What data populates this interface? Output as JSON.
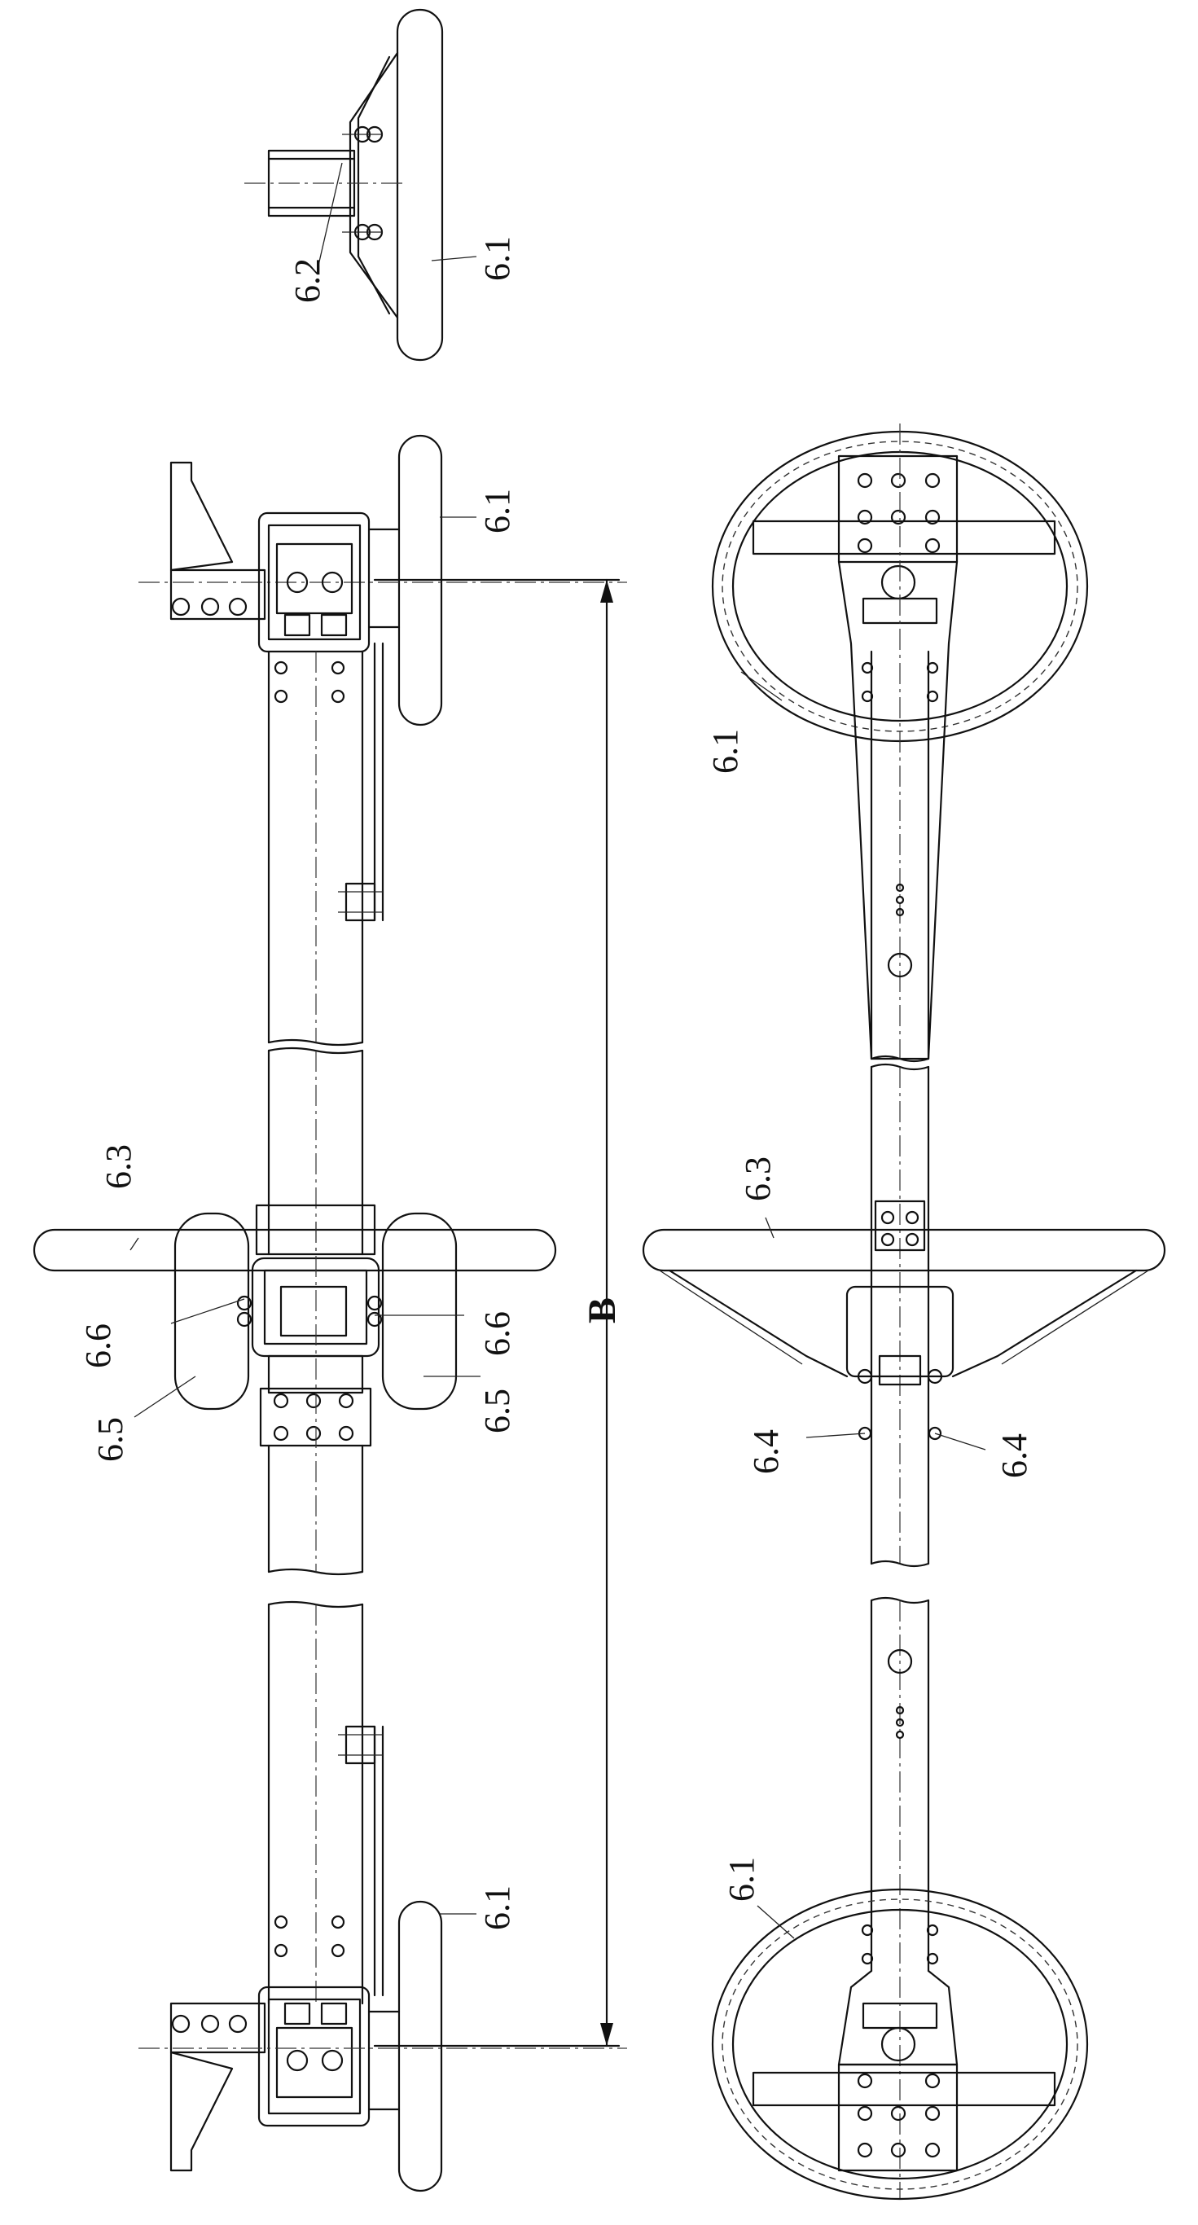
{
  "labels": {
    "side_top_handle": "6.1",
    "side_top_bolt": "6.2",
    "left_upper_handle": "6.1",
    "left_center_bar": "6.3",
    "left_clamp_upper": "6.6",
    "left_pad_upper": "6.5",
    "left_clamp_lower": "6.6",
    "left_pad_lower": "6.5",
    "left_lower_handle": "6.1",
    "right_upper_wheel": "6.1",
    "right_center_bar": "6.3",
    "right_bolt_left": "6.4",
    "right_bolt_right": "6.4",
    "right_lower_wheel": "6.1",
    "dimension": "B"
  }
}
